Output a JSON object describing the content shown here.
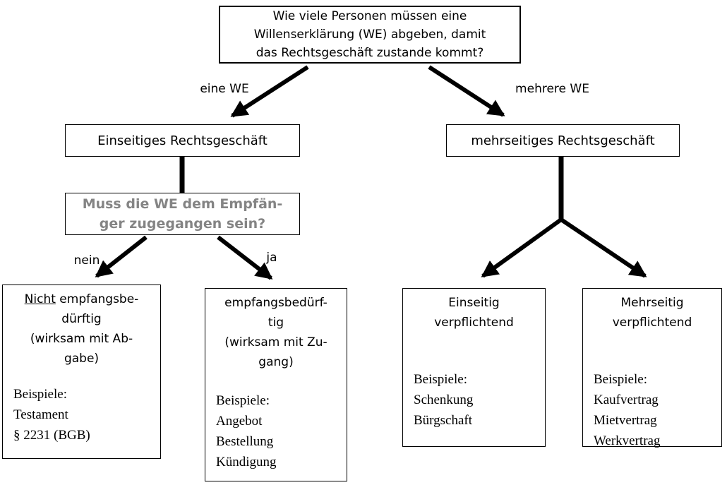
{
  "colors": {
    "background": "#ffffff",
    "text": "#000000",
    "line": "#000000",
    "receipt_question_text": "#848484"
  },
  "root_question": {
    "line1": "Wie viele Personen müssen eine",
    "line2": "Willenserklärung (WE) abgeben, damit",
    "line3": "das Rechtsgeschäft zustande kommt?"
  },
  "branch_labels": {
    "left": "eine WE",
    "right": "mehrere WE"
  },
  "level2": {
    "left": "Einseitiges Rechtsgeschäft",
    "right": "mehrseitiges Rechtsgeschäft"
  },
  "receipt_question": {
    "line1": "Muss die WE dem Empfän-",
    "line2": "ger zugegangen sein?"
  },
  "answer_labels": {
    "no": "nein",
    "yes": "ja"
  },
  "leaves": {
    "not_receipt_required": {
      "title_word_underlined": "Nicht",
      "title_line1_rest": " empfangsbe-",
      "title_line2": "dürftig",
      "title_line3": "(wirksam mit Ab-",
      "title_line4": "gabe)",
      "examples_heading": "Beispiele:",
      "example1": "Testament",
      "example2": "§ 2231 (BGB)"
    },
    "receipt_required": {
      "title_line1": "empfangsbedürf-",
      "title_line2": "tig",
      "title_line3": "(wirksam mit Zu-",
      "title_line4": "gang)",
      "examples_heading": "Beispiele:",
      "example1": "Angebot",
      "example2": "Bestellung",
      "example3": "Kündigung"
    },
    "unilaterally_binding": {
      "title_line1": "Einseitig",
      "title_line2": "verpflichtend",
      "examples_heading": "Beispiele:",
      "example1": "Schenkung",
      "example2": "Bürgschaft"
    },
    "multilaterally_binding": {
      "title_line1": "Mehrseitig",
      "title_line2": "verpflichtend",
      "examples_heading": "Beispiele:",
      "example1": "Kaufvertrag",
      "example2": "Mietvertrag",
      "example3": "Werkvertrag"
    }
  }
}
